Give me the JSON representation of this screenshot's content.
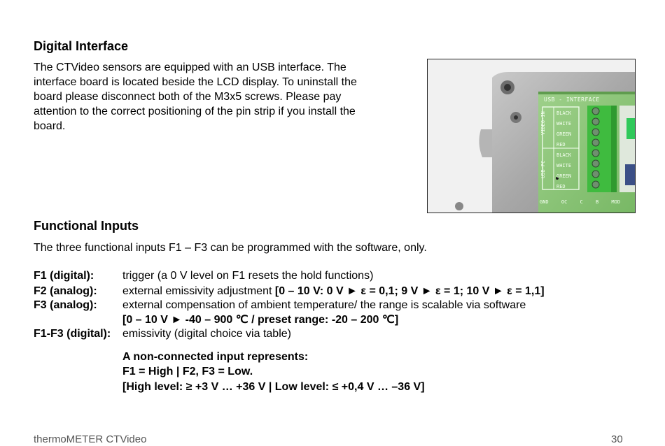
{
  "digital": {
    "heading": "Digital Interface",
    "lines": [
      "The CTVideo sensors are equipped with an USB interface. The",
      "interface board is located beside the LCD display. To uninstall the",
      "board please disconnect both of the M3x5 screws. Please pay",
      "attention to the correct positioning of the pin strip if you install the",
      "board."
    ]
  },
  "board": {
    "title": "USB - INTERFACE",
    "group_video": "VIDEO-IN",
    "group_pc": "USB-PC",
    "wires": [
      "BLACK",
      "WHITE",
      "GREEN",
      "RED",
      "BLACK",
      "WHITE",
      "GREEN",
      "RED"
    ],
    "bottom_labels": [
      "GND",
      "OC",
      "C",
      "B",
      "MOD"
    ]
  },
  "functional": {
    "heading": "Functional Inputs",
    "intro": "The three functional inputs F1 – F3 can be programmed with the software, only.",
    "f1_label": "F1 (digital):",
    "f1_text": "trigger (a 0 V level on F1 resets the hold functions)",
    "f2_label": "F2 (analog):",
    "f2_text": "external emissivity adjustment ",
    "f2_bold": "[0 – 10 V: 0 V ► ε = 0,1;  9 V ► ε = 1;  10 V ► ε = 1,1]",
    "f3_label": "F3 (analog):",
    "f3_text": "external compensation of ambient temperature/ the range is scalable via software",
    "f3_bold": "[0 – 10 V ► -40 – 900 ℃ / preset range: -20 – 200 ℃]",
    "f13_label": "F1-F3 (digital):",
    "f13_text": "emissivity (digital choice via table)",
    "note1": "A non-connected input represents:",
    "note2": "F1 = High | F2, F3 = Low.",
    "note3": "[High level: ≥ +3 V … +36 V | Low level: ≤ +0,4 V … –36 V]"
  },
  "footer": {
    "product": "thermoMETER CTVideo",
    "page": "30"
  }
}
